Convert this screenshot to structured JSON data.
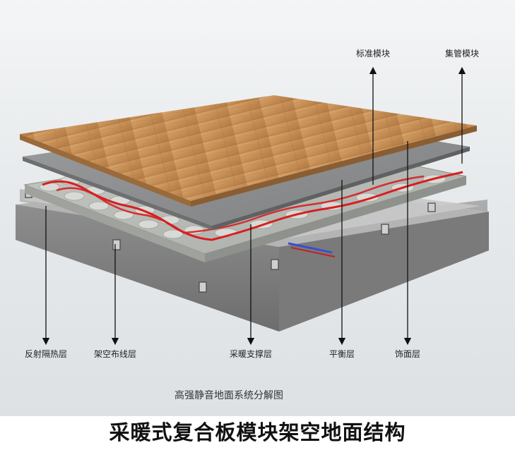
{
  "labels": {
    "standard_module": "标准模块",
    "manifold_module": "集管模块",
    "reflective_insulation": "反射隔热层",
    "raised_wiring": "架空布线层",
    "heating_support": "采暖支撑层",
    "leveling": "平衡层",
    "finish": "饰面层"
  },
  "caption": "高强静音地面系统分解图",
  "title": "采暖式复合板模块架空地面结构",
  "colors": {
    "wood": "#c9925a",
    "concrete": "#8f8f8f",
    "heating_pipe": "#d81e1e",
    "module": "#b9bcb8"
  }
}
